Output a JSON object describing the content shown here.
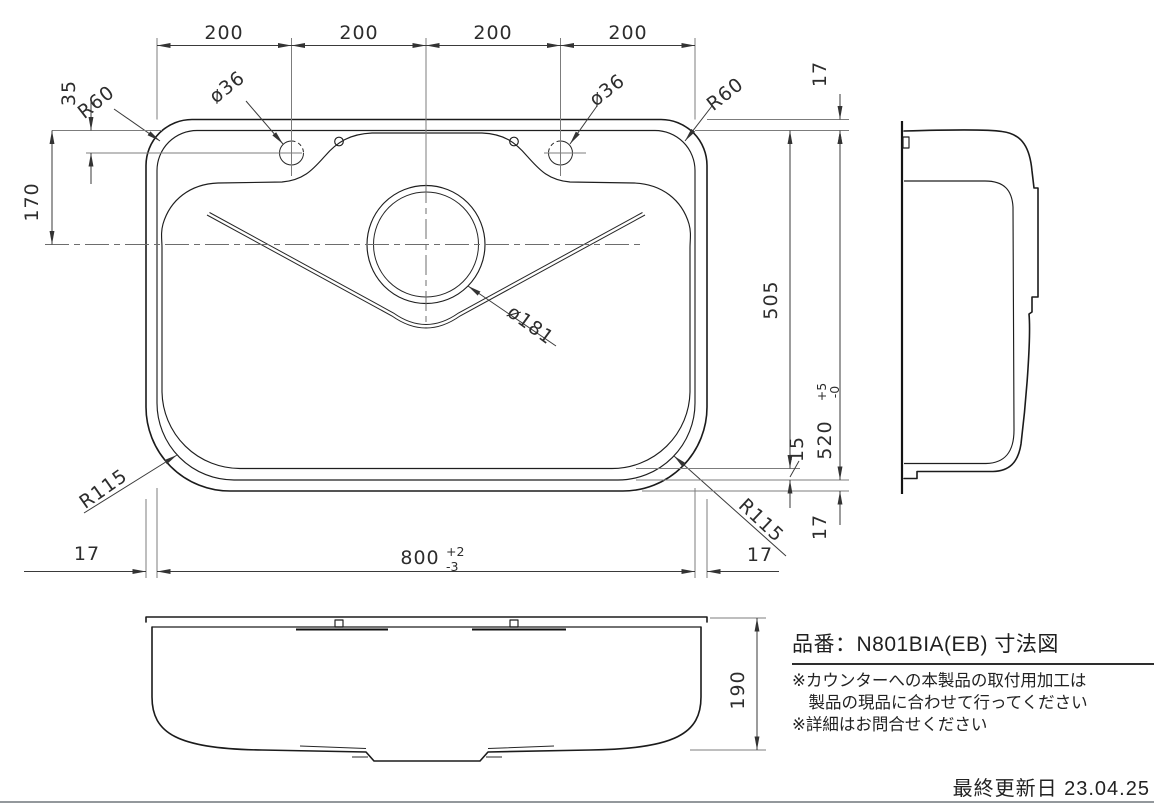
{
  "plan": {
    "top_dims": [
      "200",
      "200",
      "200",
      "200"
    ],
    "r60_left": "R60",
    "r60_right": "R60",
    "dia36_left": "ø36",
    "dia36_right": "ø36",
    "dim35": "35",
    "dim170": "170",
    "dia181": "ø181",
    "dim505": "505",
    "dim15": "15",
    "dim17_top_right": "17",
    "dim17_bottom_right": "17",
    "dim520": "520",
    "tol520_plus": "+5",
    "tol520_minus": "-0",
    "dim800": "800",
    "tol800_plus": "+2",
    "tol800_minus": "-3",
    "dim17_left": "17",
    "dim17_right": "17",
    "r115_left": "R115",
    "r115_right": "R115"
  },
  "front": {
    "dim190": "190"
  },
  "info": {
    "title": "品番：N801BIA(EB) 寸法図",
    "note1": "※カウンターへの本製品の取付用加工は",
    "note2": "　製品の現品に合わせて行ってください",
    "note3": "※詳細はお問合せください",
    "last_updated": "最終更新日 23.04.25"
  }
}
